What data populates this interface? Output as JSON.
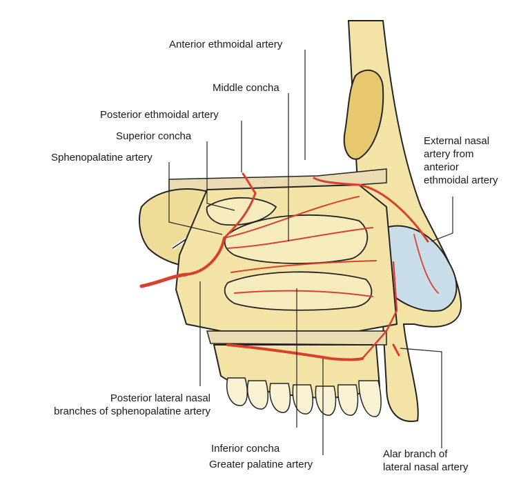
{
  "labels": {
    "anterior_ethmoidal_artery": "Anterior ethmoidal artery",
    "middle_concha": "Middle concha",
    "posterior_ethmoidal_artery": "Posterior ethmoidal artery",
    "superior_concha": "Superior concha",
    "sphenopalatine_artery": "Sphenopalatine artery",
    "external_nasal_artery": [
      "External nasal",
      "artery from",
      "anterior",
      "ethmoidal artery"
    ],
    "posterior_lateral_nasal": [
      "Posterior lateral nasal",
      "branches of sphenopalatine artery"
    ],
    "inferior_concha": "Inferior concha",
    "greater_palatine_artery": "Greater palatine artery",
    "alar_branch": [
      "Alar branch of",
      "lateral nasal artery"
    ]
  },
  "colors": {
    "bone": "#f3e3a6",
    "bone_shadow": "#d9bf6e",
    "artery": "#d8402e",
    "cartilage": "#c9dde8",
    "outline": "#222222"
  }
}
